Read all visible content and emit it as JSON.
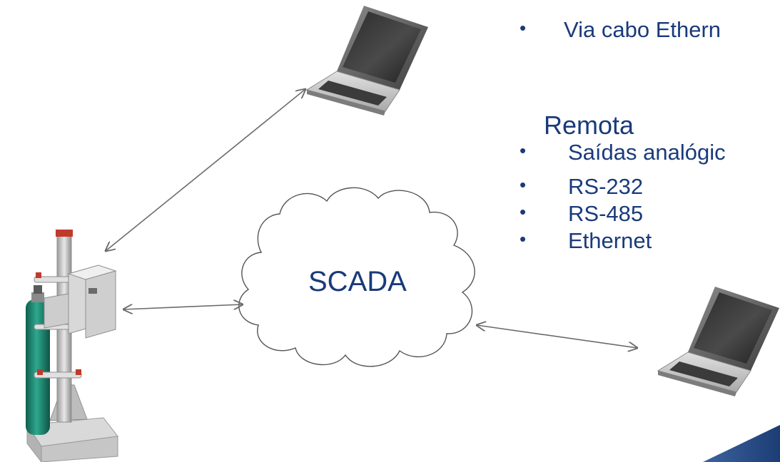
{
  "local": {
    "items": [
      "Via cabo Ethern"
    ]
  },
  "remota": {
    "heading": "Remota",
    "items": [
      "Saídas analógic",
      "RS-232",
      "RS-485",
      "Ethernet"
    ]
  },
  "cloud": {
    "label": "SCADA"
  },
  "colors": {
    "text": "#1a3a7a",
    "arrow": "#6b6b6b",
    "cloud_stroke": "#555555",
    "cylinder": "#1f8a74",
    "corner_band": "#244a86"
  },
  "icons": [
    "laptop-icon",
    "laptop-icon",
    "analyzer-station-icon",
    "cloud-icon"
  ]
}
